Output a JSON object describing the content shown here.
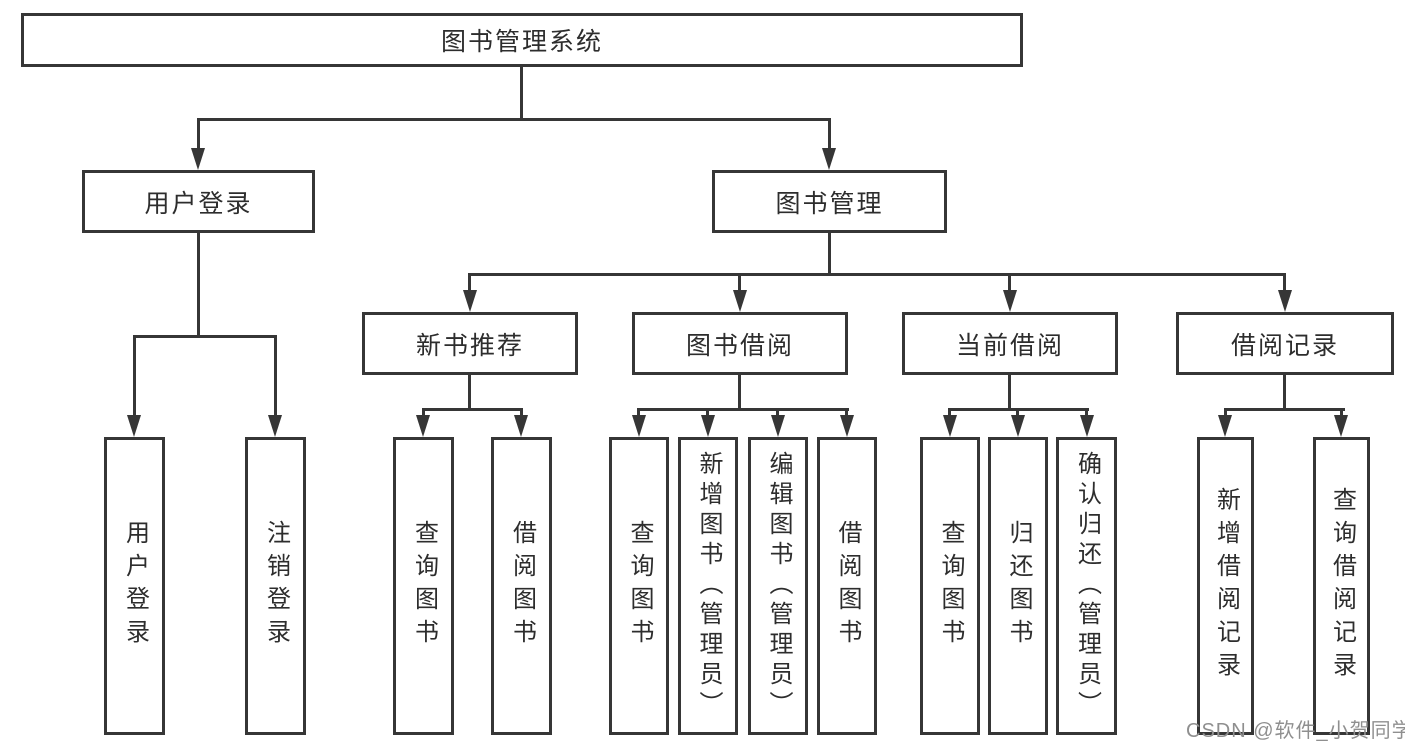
{
  "tree": {
    "root": {
      "label": "图书管理系统",
      "children": [
        {
          "label": "用户登录",
          "children": [
            {
              "label": "用户登录"
            },
            {
              "label": "注销登录"
            }
          ]
        },
        {
          "label": "图书管理",
          "children": [
            {
              "label": "新书推荐",
              "children": [
                {
                  "label": "查询图书"
                },
                {
                  "label": "借阅图书"
                }
              ]
            },
            {
              "label": "图书借阅",
              "children": [
                {
                  "label": "查询图书"
                },
                {
                  "label": "新增图书（管理员）"
                },
                {
                  "label": "编辑图书（管理员）"
                },
                {
                  "label": "借阅图书"
                }
              ]
            },
            {
              "label": "当前借阅",
              "children": [
                {
                  "label": "查询图书"
                },
                {
                  "label": "归还图书"
                },
                {
                  "label": "确认归还（管理员）"
                }
              ]
            },
            {
              "label": "借阅记录",
              "children": [
                {
                  "label": "新增借阅记录"
                },
                {
                  "label": "查询借阅记录"
                }
              ]
            }
          ]
        }
      ]
    }
  },
  "watermark": {
    "text": "CSDN @软件_小贺同学"
  },
  "colors": {
    "line": "#363636",
    "border": "#363636",
    "text": "#2d2d2d",
    "background": "#ffffff",
    "watermark": "#8f8f8f"
  }
}
